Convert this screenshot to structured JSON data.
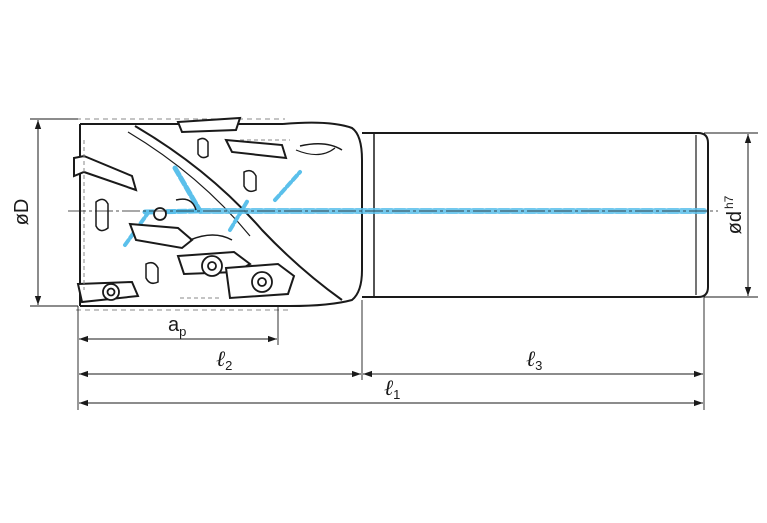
{
  "labels": {
    "diameter_D": {
      "prefix": "ø",
      "symbol": "D"
    },
    "diameter_d": {
      "prefix": "ø",
      "symbol": "d",
      "tolerance": "h7"
    },
    "ap": {
      "symbol": "a",
      "subscript": "p"
    },
    "l1": {
      "symbol": "ℓ",
      "subscript": "1"
    },
    "l2": {
      "symbol": "ℓ",
      "subscript": "2"
    },
    "l3": {
      "symbol": "ℓ",
      "subscript": "3"
    }
  },
  "colors": {
    "outline": "#1a1a1a",
    "coolant": "#5bc0eb",
    "hidden": "#888888",
    "background": "#ffffff"
  }
}
